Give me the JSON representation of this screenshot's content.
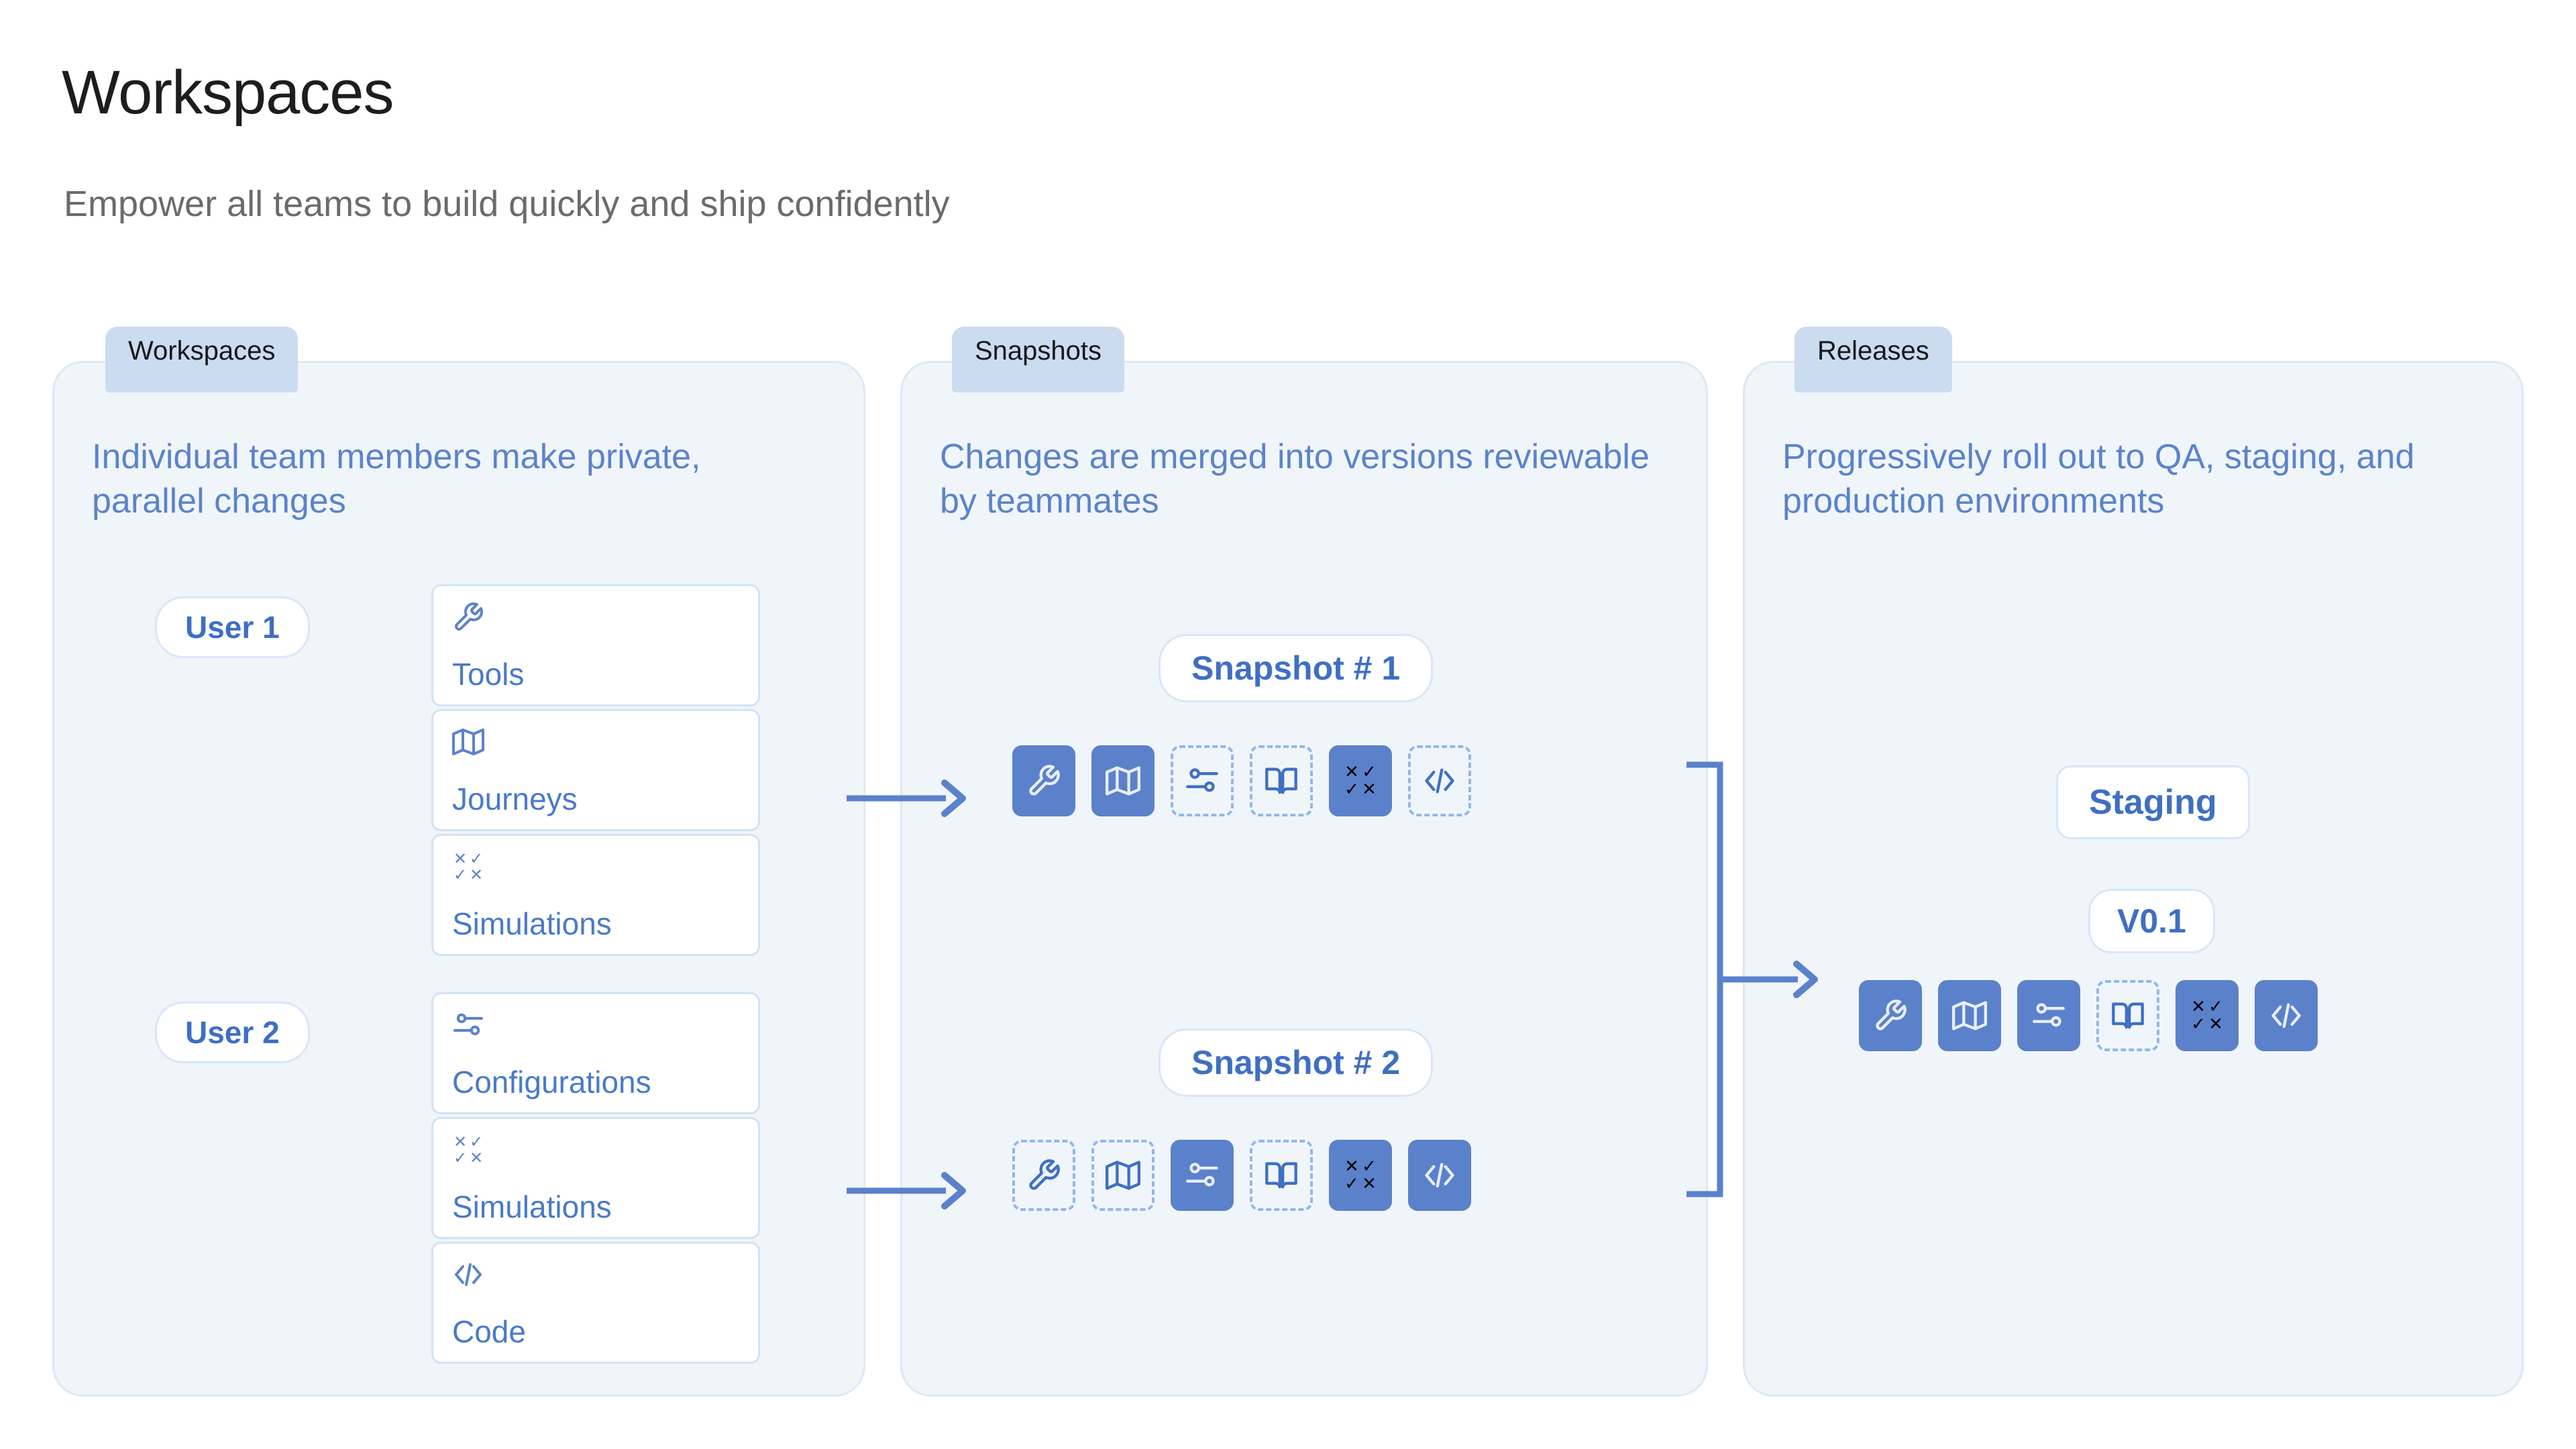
{
  "header": {
    "title": "Workspaces",
    "subtitle": "Empower all teams to build quickly and ship confidently"
  },
  "colors": {
    "accent_filled_tile": "#5b81cb",
    "accent_text": "#4a7ac8",
    "panel_bg": "#f0f5fa",
    "panel_border": "#dde8f6",
    "tab_bg": "#cbdcf0",
    "card_border": "#d3e2f5",
    "ghost_tile_border": "#93b7e8",
    "title_color": "#1d1d1f",
    "subtitle_color": "#6b6b6b"
  },
  "columns": [
    {
      "tab_label": "Workspaces",
      "description": "Individual team members make private, parallel changes",
      "users": [
        {
          "pill_label": "User 1",
          "cards": [
            {
              "icon": "wrench-icon",
              "label": "Tools"
            },
            {
              "icon": "map-icon",
              "label": "Journeys"
            },
            {
              "icon": "simulations-icon",
              "label": "Simulations"
            }
          ]
        },
        {
          "pill_label": "User 2",
          "cards": [
            {
              "icon": "configurations-icon",
              "label": "Configurations"
            },
            {
              "icon": "simulations-icon",
              "label": "Simulations"
            },
            {
              "icon": "code-icon",
              "label": "Code"
            }
          ]
        }
      ]
    },
    {
      "tab_label": "Snapshots",
      "description": "Changes are merged into versions reviewable by teammates",
      "snapshots": [
        {
          "pill_label": "Snapshot # 1",
          "tiles": [
            {
              "icon": "wrench-icon",
              "state": "filled"
            },
            {
              "icon": "map-icon",
              "state": "filled"
            },
            {
              "icon": "configurations-icon",
              "state": "ghost"
            },
            {
              "icon": "book-icon",
              "state": "ghost"
            },
            {
              "icon": "simulations-icon",
              "state": "filled"
            },
            {
              "icon": "code-icon",
              "state": "ghost"
            }
          ]
        },
        {
          "pill_label": "Snapshot # 2",
          "tiles": [
            {
              "icon": "wrench-icon",
              "state": "ghost"
            },
            {
              "icon": "map-icon",
              "state": "ghost"
            },
            {
              "icon": "configurations-icon",
              "state": "filled"
            },
            {
              "icon": "book-icon",
              "state": "ghost"
            },
            {
              "icon": "simulations-icon",
              "state": "filled"
            },
            {
              "icon": "code-icon",
              "state": "filled"
            }
          ]
        }
      ]
    },
    {
      "tab_label": "Releases",
      "description": "Progressively roll out to QA, staging, and production environments",
      "environment_label": "Staging",
      "version_label": "V0.1",
      "tiles": [
        {
          "icon": "wrench-icon",
          "state": "filled"
        },
        {
          "icon": "map-icon",
          "state": "filled"
        },
        {
          "icon": "configurations-icon",
          "state": "filled"
        },
        {
          "icon": "book-icon",
          "state": "ghost"
        },
        {
          "icon": "simulations-icon",
          "state": "filled"
        },
        {
          "icon": "code-icon",
          "state": "filled"
        }
      ]
    }
  ],
  "simulations_glyph": {
    "a": "✕",
    "b": "✓",
    "c": "✓",
    "d": "✕"
  }
}
